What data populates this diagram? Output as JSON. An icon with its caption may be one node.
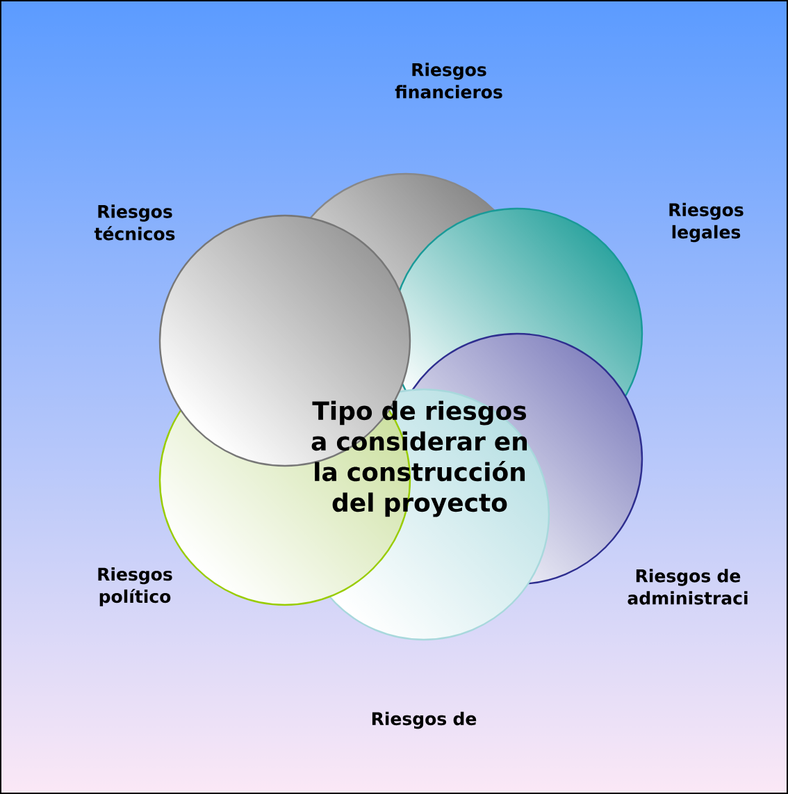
{
  "diagram": {
    "title": "Tipo de riesgos a considerar en la construcción del proyecto",
    "labels": [
      "Riesgos financieros",
      "Riesgos técnicos",
      "Riesgos legales",
      "Riesgos político",
      "Riesgos de administraci",
      "Riesgos de"
    ]
  }
}
